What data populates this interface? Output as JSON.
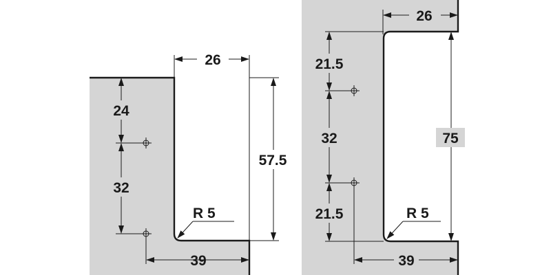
{
  "colors": {
    "panel": "#d5d5d5",
    "ink": "#1a1a1a",
    "background": "#ffffff"
  },
  "left_detail": {
    "width": "26",
    "top_offset": "24",
    "hole_spacing": "32",
    "depth": "57.5",
    "radius": "R 5",
    "hole_to_edge": "39"
  },
  "right_detail": {
    "width": "26",
    "top_offset": "21.5",
    "hole_spacing": "32",
    "bottom_offset": "21.5",
    "depth": "75",
    "radius": "R 5",
    "hole_to_edge": "39"
  }
}
